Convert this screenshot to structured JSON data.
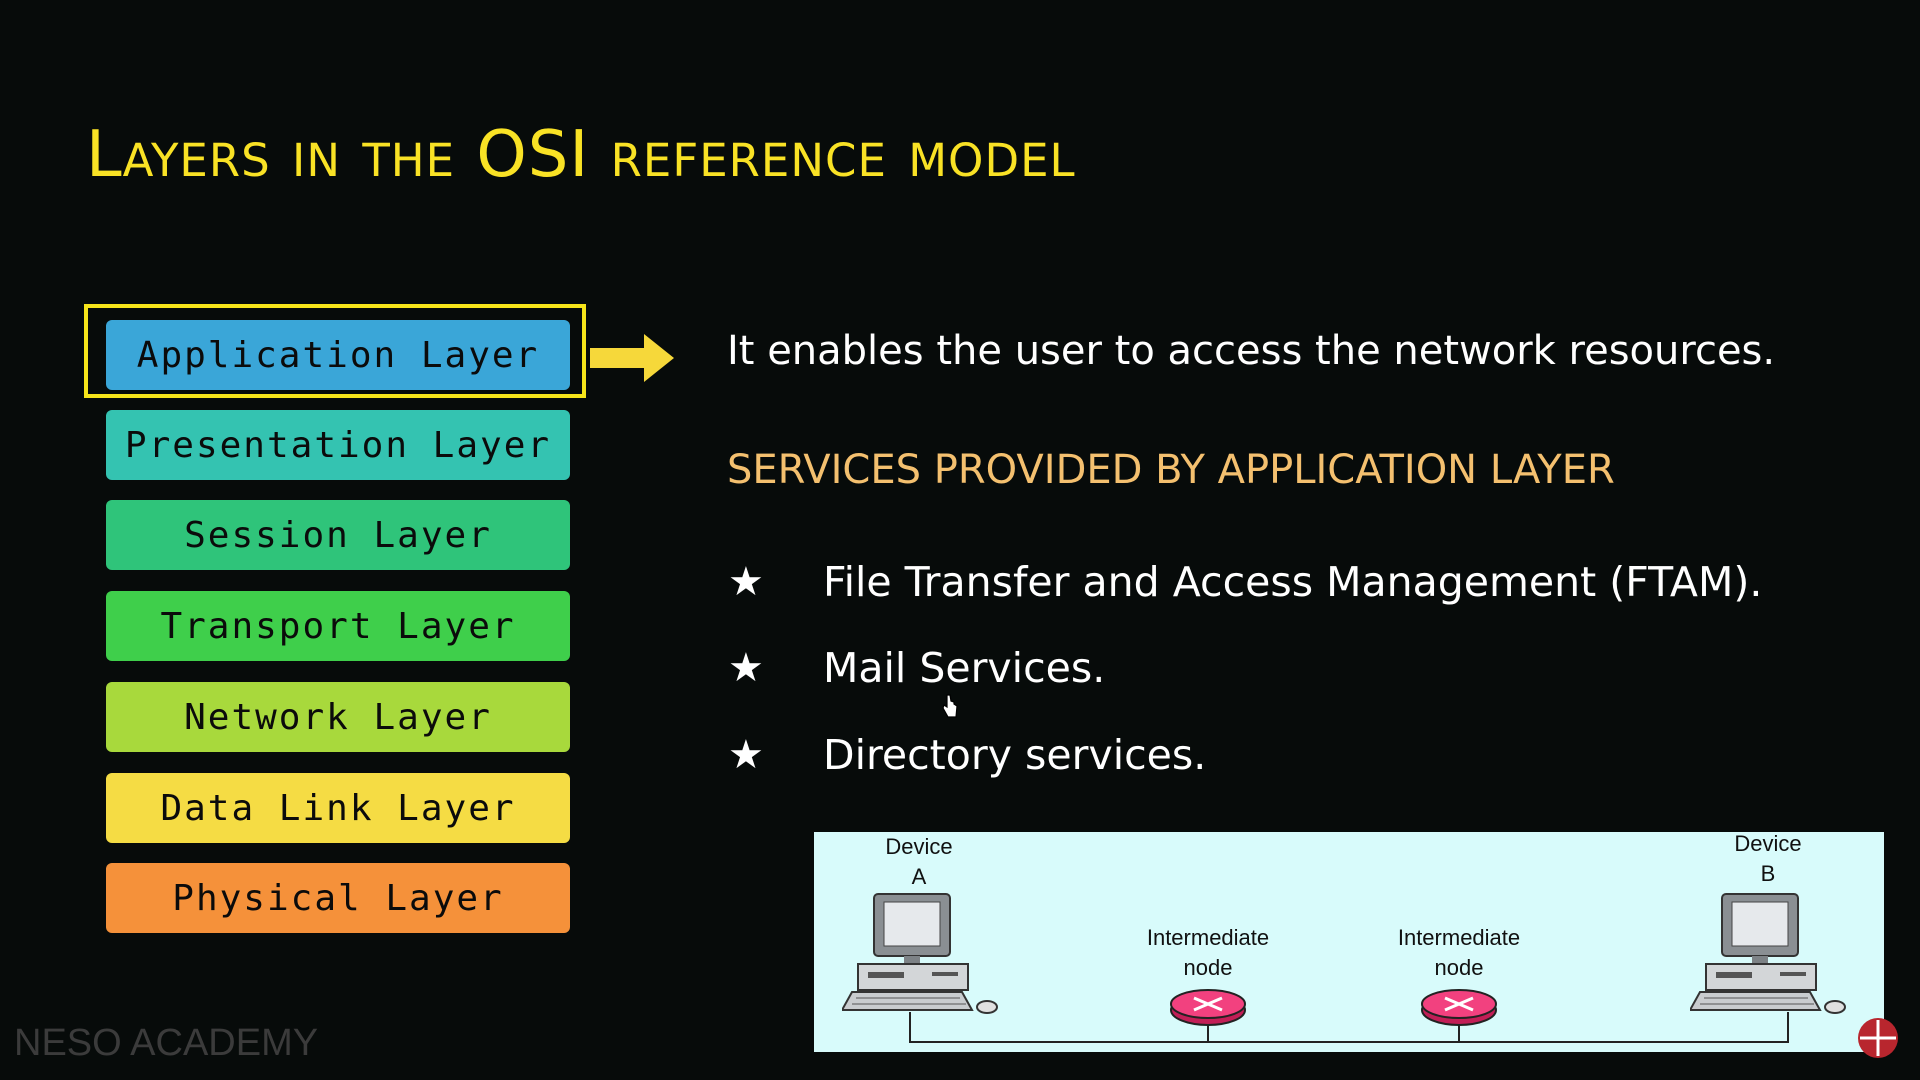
{
  "title": "Layers in the OSI reference model",
  "layers": [
    {
      "label": "Application Layer",
      "color": "#3aa6d8"
    },
    {
      "label": "Presentation Layer",
      "color": "#34c3b1"
    },
    {
      "label": "Session Layer",
      "color": "#2fc47a"
    },
    {
      "label": "Transport Layer",
      "color": "#3fcf4b"
    },
    {
      "label": "Network Layer",
      "color": "#a8d93c"
    },
    {
      "label": "Data Link Layer",
      "color": "#f5dc44"
    },
    {
      "label": "Physical Layer",
      "color": "#f5913a"
    }
  ],
  "highlight_color": "#f6e41a",
  "description": "It enables the user to access the network resources.",
  "services_heading": "SERVICES PROVIDED BY APPLICATION LAYER",
  "services": [
    "File Transfer and Access Management (FTAM).",
    "Mail Services.",
    "Directory services."
  ],
  "diagram": {
    "device_a": [
      "Device",
      "A"
    ],
    "device_b": [
      "Device",
      "B"
    ],
    "node_1": [
      "Intermediate",
      "node"
    ],
    "node_2": [
      "Intermediate",
      "node"
    ]
  },
  "watermark": "NESO ACADEMY"
}
